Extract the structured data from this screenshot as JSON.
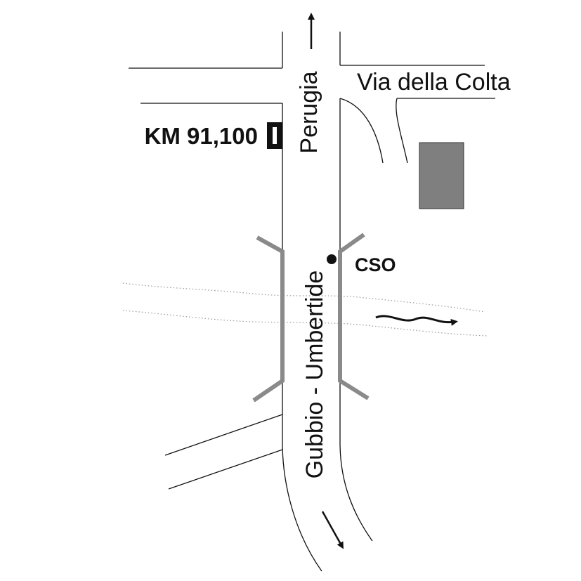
{
  "map": {
    "labels": {
      "north_direction": "Perugia",
      "south_direction": "Gubbio - Umbertide",
      "side_road": "Via della Colta",
      "km_marker": "KM 91,100",
      "station": "CSO"
    },
    "colors": {
      "road_line": "#111111",
      "bridge_rail": "#8a8a8a",
      "building_fill": "#7f7f7f",
      "river_line": "#999999",
      "background": "#ffffff"
    },
    "icons": [
      "arrow-up-icon",
      "arrow-down-icon",
      "km-marker-icon",
      "station-dot-icon",
      "river-flow-arrow-icon"
    ]
  }
}
